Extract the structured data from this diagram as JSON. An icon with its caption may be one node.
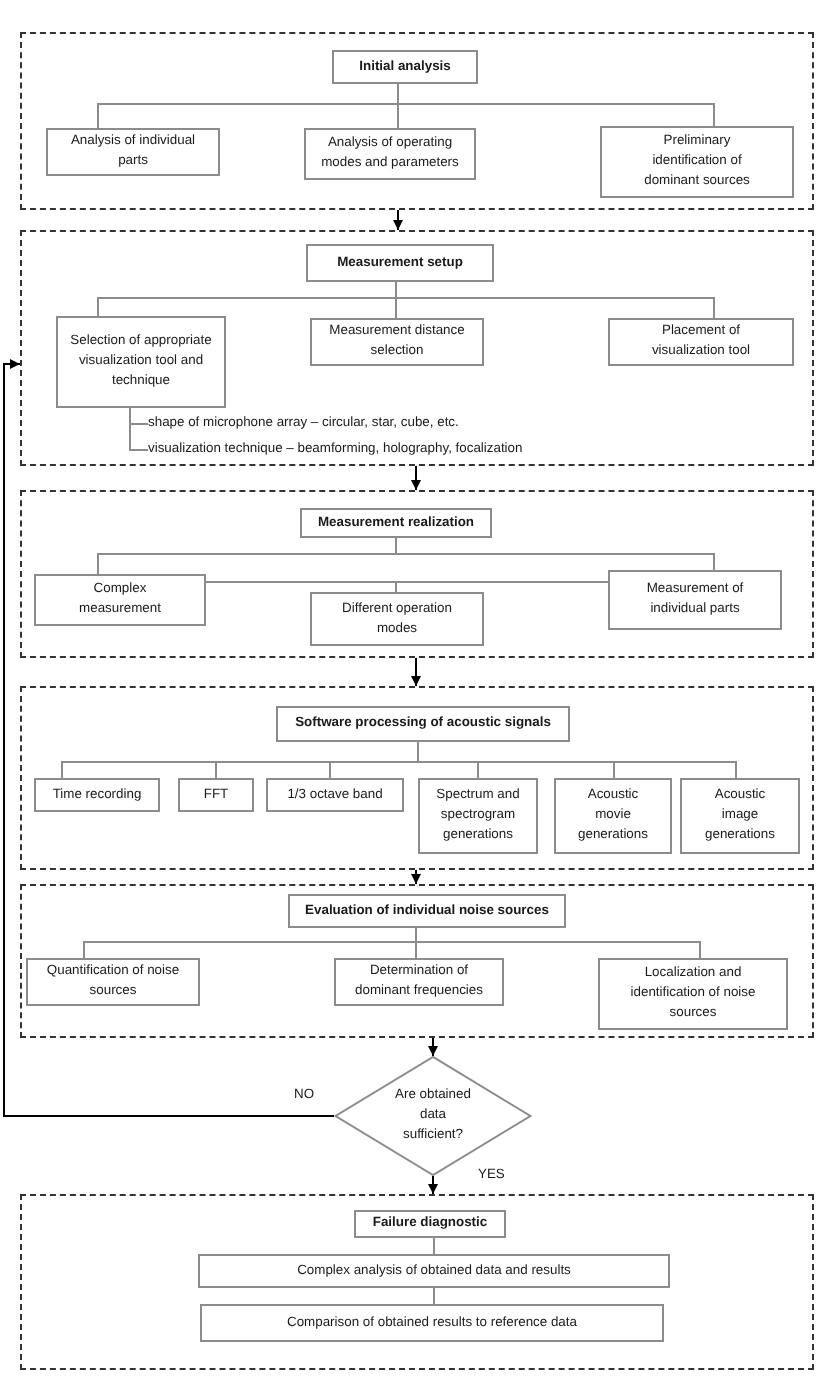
{
  "diagram": {
    "nodes": [
      {
        "text": [],
        "shape": "box"
      },
      {
        "text": [
          "Initial analysis"
        ],
        "in": 0
      },
      {
        "text": [
          "Analysis of individual parts"
        ],
        "in": 0
      },
      {
        "text": [
          "Analysis of operating modes and parameters"
        ],
        "in": 0
      },
      {
        "text": [
          "Preliminary identification of dominant sources"
        ],
        "in": 0
      },
      {
        "text": [],
        "shape": "box"
      },
      {
        "text": [
          "Measurement setup"
        ],
        "in": 5
      },
      {
        "text": [
          "Selection of appropriate visualization tool and technique"
        ],
        "in": 5
      },
      {
        "text": [
          "Measurement distance selection"
        ],
        "in": 5
      },
      {
        "text": [
          "Placement of visualization tool"
        ],
        "in": 5
      },
      {
        "text": [
          "shape of microphone array – circular, star, cube, etc."
        ],
        "in": 5
      },
      {
        "text": [
          "visualization technique – beamforming, holography, focalization"
        ],
        "in": 5
      },
      {
        "text": [],
        "shape": "box"
      },
      {
        "text": [
          "Measurement realization"
        ],
        "in": 12
      },
      {
        "text": [
          "Complex measurement"
        ],
        "in": 12
      },
      {
        "text": [
          "Different operation modes"
        ],
        "in": 12
      },
      {
        "text": [
          "Measurement of individual parts"
        ],
        "in": 12
      },
      {
        "text": [],
        "shape": "box"
      },
      {
        "text": [
          "Software processing of acoustic signals"
        ],
        "in": 17
      },
      {
        "text": [
          "Time recording"
        ],
        "in": 17
      },
      {
        "text": [
          "FFT"
        ],
        "in": 17
      },
      {
        "text": [
          "1/3 octave band"
        ],
        "in": 17
      },
      {
        "text": [
          "Spectrum and spectrogram generations"
        ],
        "in": 17
      },
      {
        "text": [
          "Acoustic movie generations"
        ],
        "in": 17
      },
      {
        "text": [
          "Acoustic image generations"
        ],
        "in": 17
      },
      {
        "text": [],
        "shape": "box"
      },
      {
        "text": [
          "Evaluation of individual noise sources"
        ],
        "in": 25
      },
      {
        "text": [
          "Quantification of noise sources"
        ],
        "in": 25
      },
      {
        "text": [
          "Determination of dominant frequencies"
        ],
        "in": 25
      },
      {
        "text": [
          "Localization and identification of noise sources"
        ],
        "in": 25
      },
      {
        "text": [
          "Are obtained data sufficient?"
        ]
      },
      {
        "text": [],
        "shape": "box"
      },
      {
        "text": [
          "Failure diagnostic"
        ],
        "in": 31
      },
      {
        "text": [
          "Complex analysis of obtained data and results"
        ],
        "in": 31
      },
      {
        "text": [
          "Comparison of obtained results to reference data"
        ],
        "in": 31
      }
    ],
    "edges": [
      {
        "from": 1,
        "to": 2,
        "arrow": "none"
      },
      {
        "from": 1,
        "to": 3,
        "arrow": "none"
      },
      {
        "from": 1,
        "to": 4,
        "arrow": "none"
      },
      {
        "from": 0,
        "to": 5,
        "arrow": "to",
        "color": "#000000"
      },
      {
        "from": 6,
        "to": 7,
        "arrow": "none"
      },
      {
        "from": 6,
        "to": 8,
        "arrow": "none"
      },
      {
        "from": 6,
        "to": 9,
        "arrow": "none"
      },
      {
        "from": 7,
        "to": 10,
        "arrow": "none"
      },
      {
        "from": 7,
        "to": 11,
        "arrow": "none"
      },
      {
        "from": 5,
        "to": 12,
        "arrow": "to",
        "color": "#000000"
      },
      {
        "from": 13,
        "to": 14,
        "arrow": "none"
      },
      {
        "from": 13,
        "to": 16,
        "arrow": "none"
      },
      {
        "from": 14,
        "to": 15,
        "arrow": "none"
      },
      {
        "from": 15,
        "to": 16,
        "arrow": "none"
      },
      {
        "from": 12,
        "to": 17,
        "arrow": "to",
        "color": "#000000"
      },
      {
        "from": 18,
        "to": 19,
        "arrow": "none"
      },
      {
        "from": 18,
        "to": 20,
        "arrow": "none"
      },
      {
        "from": 18,
        "to": 21,
        "arrow": "none"
      },
      {
        "from": 18,
        "to": 22,
        "arrow": "none"
      },
      {
        "from": 18,
        "to": 23,
        "arrow": "none"
      },
      {
        "from": 18,
        "to": 24,
        "arrow": "none"
      },
      {
        "from": 17,
        "to": 25,
        "arrow": "to",
        "color": "#000000"
      },
      {
        "from": 26,
        "to": 27,
        "arrow": "none"
      },
      {
        "from": 26,
        "to": 28,
        "arrow": "none"
      },
      {
        "from": 26,
        "to": 29,
        "arrow": "none"
      },
      {
        "from": 25,
        "to": 30,
        "arrow": "to",
        "color": "#000000"
      },
      {
        "from": 30,
        "to": 5,
        "arrow": "to",
        "label": "NO",
        "color": "#000000"
      },
      {
        "from": 30,
        "to": 31,
        "arrow": "to",
        "label": "YES",
        "color": "#000000"
      },
      {
        "from": 32,
        "to": 33,
        "arrow": "none"
      },
      {
        "from": 33,
        "to": 34,
        "arrow": "none"
      }
    ]
  }
}
